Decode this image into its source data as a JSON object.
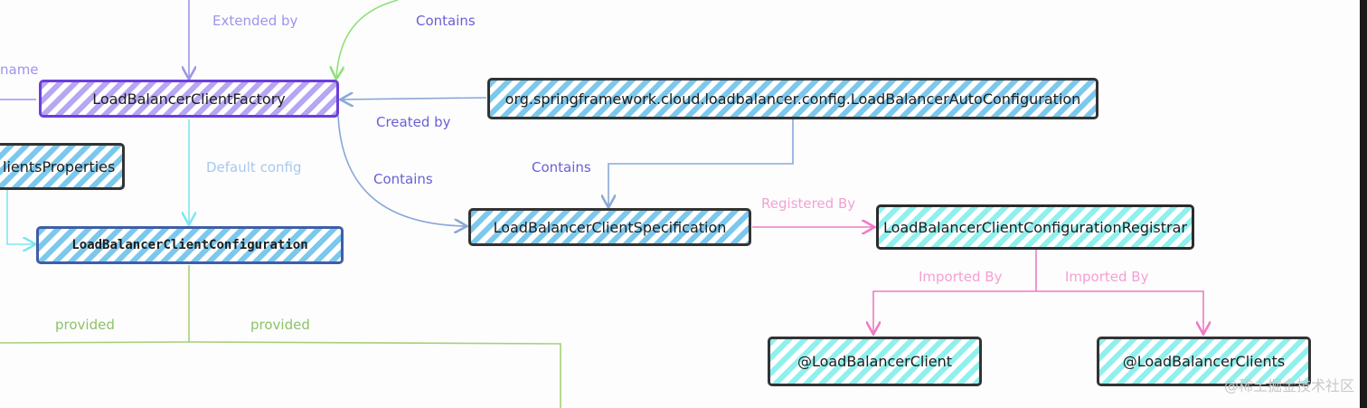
{
  "nodes": {
    "factory": "LoadBalancerClientFactory",
    "clients_properties": "lientsProperties",
    "client_configuration": "LoadBalancerClientConfiguration",
    "auto_configuration": "org.springframework.cloud.loadbalancer.config.LoadBalancerAutoConfiguration",
    "client_specification": "LoadBalancerClientSpecification",
    "configuration_registrar": "LoadBalancerClientConfigurationRegistrar",
    "annotation_client": "@LoadBalancerClient",
    "annotation_clients": "@LoadBalancerClients"
  },
  "labels": {
    "extended_by": "Extended by",
    "contains_top": "Contains",
    "name_partial": "name",
    "created_by": "Created by",
    "default_config": "Default config",
    "contains_left": "Contains",
    "contains_mid": "Contains",
    "registered_by": "Registered By",
    "imported_by_left": "Imported By",
    "imported_by_right": "Imported By",
    "provided_left": "provided",
    "provided_right": "provided"
  },
  "watermark": "@稀土掘金技术社区",
  "colors": {
    "purple": "#6a5fd8",
    "pink": "#f07ac6",
    "green": "#8dc26a",
    "blue_line": "#8aa8d8",
    "cyan_line": "#7fe6f0"
  }
}
